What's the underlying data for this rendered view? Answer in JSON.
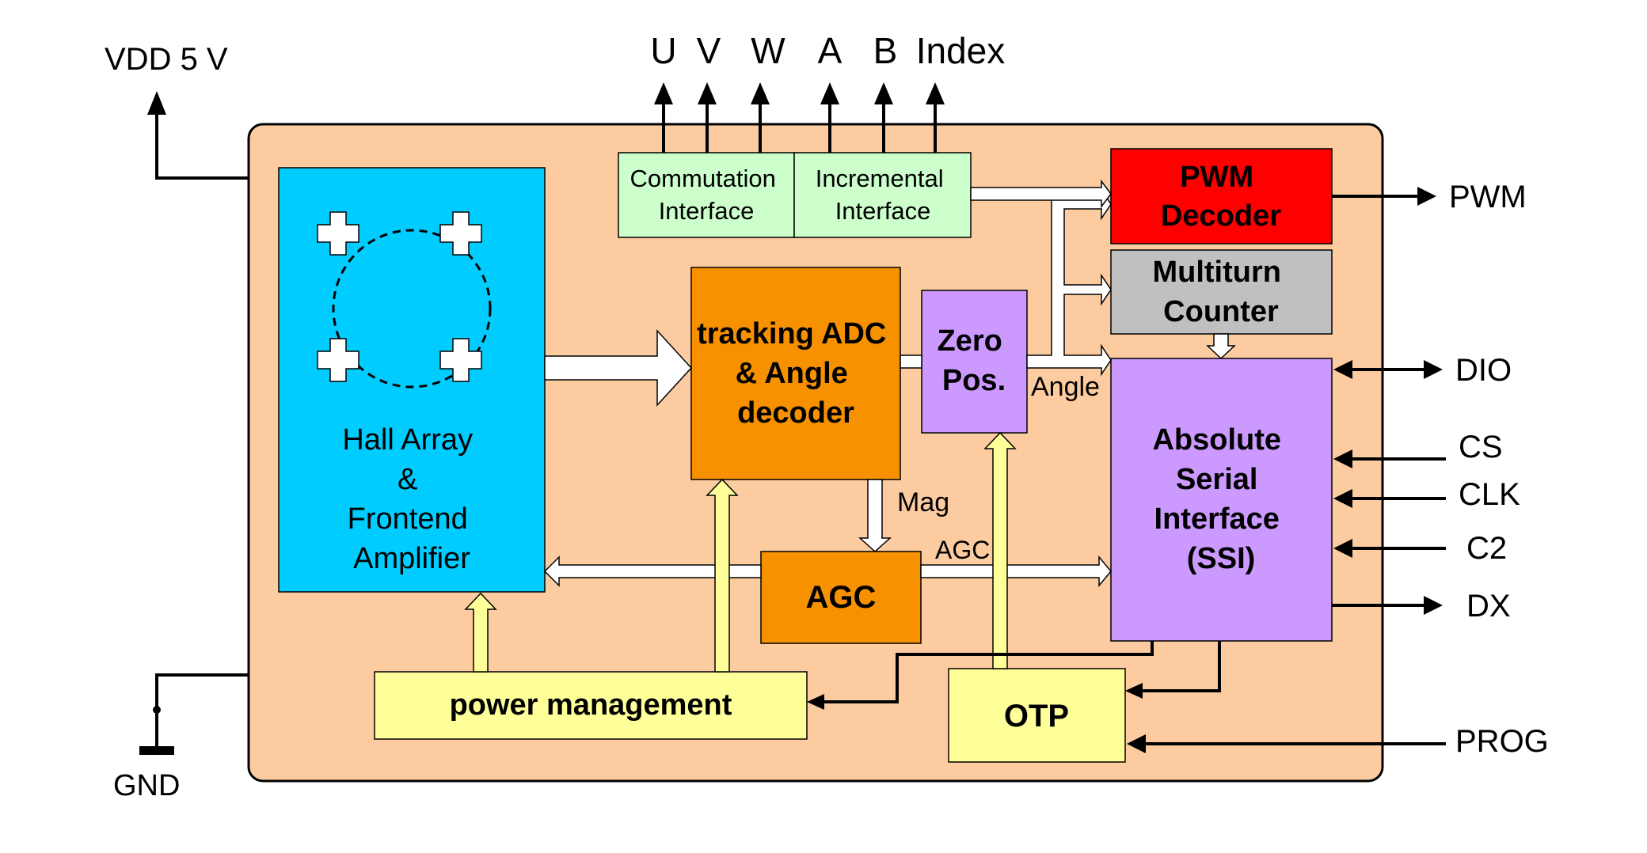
{
  "external": {
    "vdd": "VDD 5 V",
    "gnd": "GND",
    "top_outputs": [
      "U",
      "V",
      "W",
      "A",
      "B",
      "Index"
    ],
    "right_pins": {
      "pwm": "PWM",
      "dio": "DIO",
      "cs": "CS",
      "clk": "CLK",
      "c2": "C2",
      "dx": "DX",
      "prog": "PROG"
    }
  },
  "blocks": {
    "hall": [
      "Hall Array",
      "&",
      "Frontend",
      "Amplifier"
    ],
    "commutation": [
      "Commutation",
      "Interface"
    ],
    "incremental": [
      "Incremental",
      "Interface"
    ],
    "pwm_decoder": [
      "PWM",
      "Decoder"
    ],
    "multiturn": [
      "Multiturn",
      "Counter"
    ],
    "adc": [
      "tracking ADC",
      "& Angle",
      "decoder"
    ],
    "zero_pos": [
      "Zero",
      "Pos."
    ],
    "ssi": [
      "Absolute",
      "Serial",
      "Interface",
      "(SSI)"
    ],
    "agc": "AGC",
    "power": "power management",
    "otp": "OTP"
  },
  "signals": {
    "angle": "Angle",
    "mag": "Mag",
    "agc": "AGC"
  },
  "colors": {
    "chip_body": "#FCCCA0",
    "hall": "#00CCFF",
    "interface": "#CCFFCC",
    "pwm_decoder": "#FF0000",
    "multiturn": "#C0C0C0",
    "orange_block": "#F79100",
    "purple_block": "#CC99FF",
    "yellow_block": "#FFFF99"
  }
}
